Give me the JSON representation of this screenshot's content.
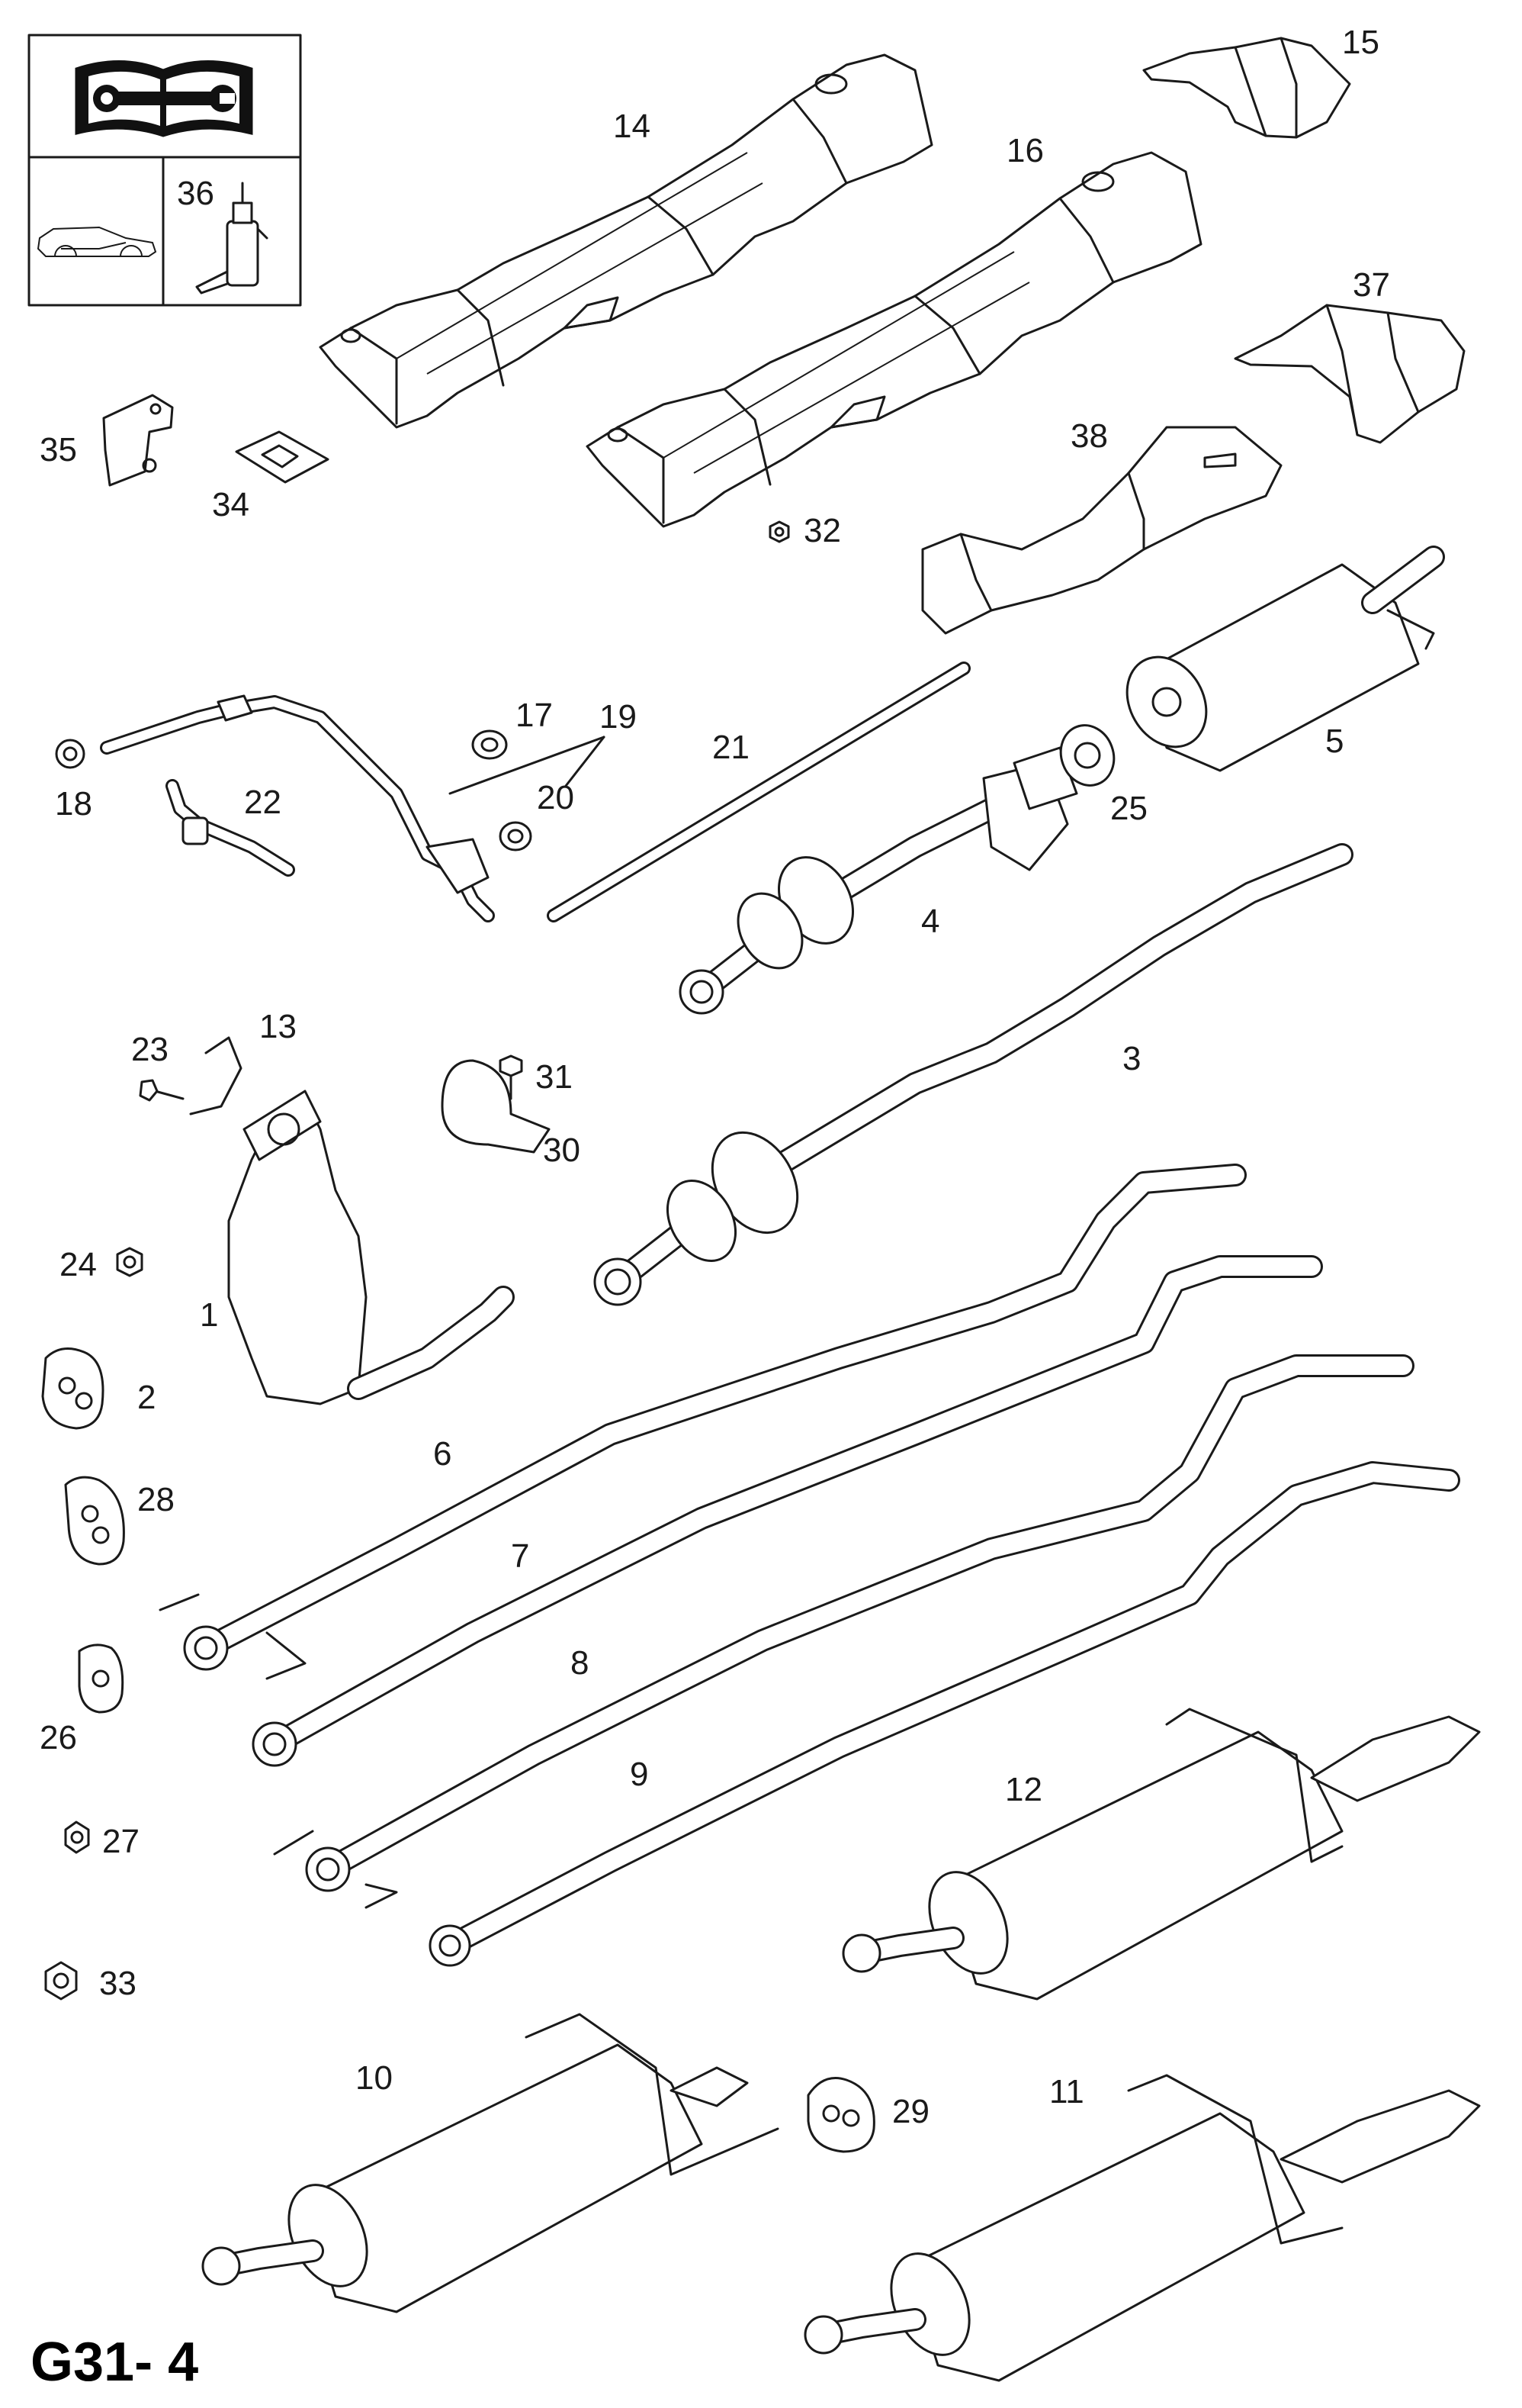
{
  "page_code": "G31- 4",
  "legend_box": {
    "book_icon": "book-wrench-icon",
    "sealant_part_number": "36"
  },
  "callouts": [
    "1",
    "2",
    "3",
    "4",
    "5",
    "6",
    "7",
    "8",
    "9",
    "10",
    "11",
    "12",
    "13",
    "14",
    "15",
    "16",
    "17",
    "18",
    "19",
    "20",
    "21",
    "22",
    "23",
    "24",
    "25",
    "26",
    "27",
    "28",
    "29",
    "30",
    "31",
    "32",
    "33",
    "34",
    "35",
    "36",
    "37",
    "38"
  ],
  "colors": {
    "line": "#1a1a1a",
    "background": "#ffffff",
    "shade": "#e6e6e6"
  }
}
